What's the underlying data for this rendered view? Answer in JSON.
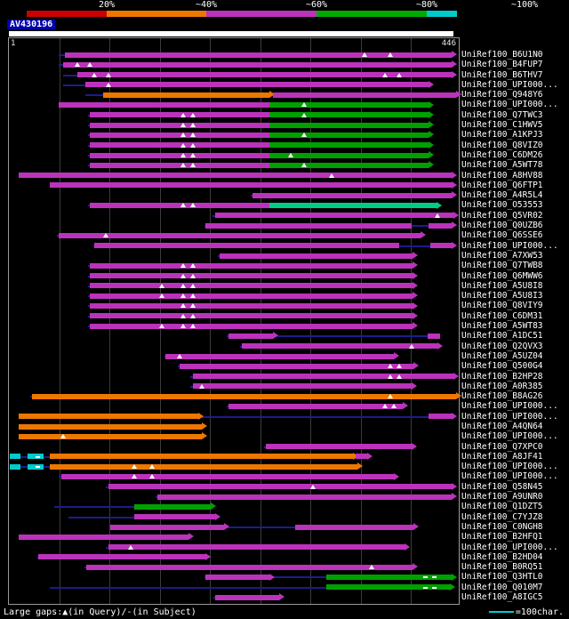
{
  "scale": {
    "ticks": [
      "20%",
      "~40%",
      "~60%",
      "~80%",
      "~100%"
    ],
    "colors": [
      "#cc0000",
      "#ee7700",
      "#bb33bb",
      "#00aa00",
      "#00cccc"
    ]
  },
  "query": {
    "name": "AV430196",
    "start_label": "1",
    "end_label": "446"
  },
  "legend": {
    "gaps_text": "Large gaps:▲(in Query)/-(in Subject)",
    "ruler_text": "=100char."
  },
  "colors": {
    "key": {
      "P": "#bb33bb",
      "O": "#ee7700",
      "G": "#00a000",
      "S": "#00cc88",
      "C": "#00cccc"
    },
    "hsp_line": "#1c1c8e",
    "query_bar": "#ffffff",
    "ruler": "#00cccc"
  },
  "chart_data": {
    "type": "alignment-overview",
    "title": "Similarity search graphical overview for query AV430196",
    "x_min": 1,
    "x_max": 446,
    "grid_step": 50,
    "legend_position": "top",
    "rows": [
      {
        "label": "UniRef100_B6U1N0",
        "line": [
          49,
          440
        ],
        "segs": [
          [
            55,
            440,
            "P",
            1
          ]
        ],
        "gaps": [
          353,
          379
        ]
      },
      {
        "label": "UniRef100_B4FUP7",
        "line": [
          49,
          440
        ],
        "segs": [
          [
            53,
            440,
            "P",
            1
          ]
        ],
        "gaps": [
          67,
          80
        ]
      },
      {
        "label": "UniRef100_B6THV7",
        "line": [
          53,
          440
        ],
        "segs": [
          [
            67,
            440,
            "P",
            1
          ]
        ],
        "gaps": [
          84,
          98,
          373,
          388
        ]
      },
      {
        "label": "UniRef100_UPI000...",
        "line": [
          53,
          420
        ],
        "segs": [
          [
            75,
            417,
            "P",
            1
          ]
        ],
        "gaps": [
          98
        ]
      },
      {
        "label": "UniRef100_Q948Y6",
        "line": [
          75,
          444
        ],
        "segs": [
          [
            93,
            258,
            "O",
            1
          ],
          [
            262,
            444,
            "P",
            1
          ]
        ]
      },
      {
        "label": "UniRef100_UPI000...",
        "line": [
          49,
          420
        ],
        "segs": [
          [
            49,
            258,
            "P",
            0
          ],
          [
            258,
            417,
            "G",
            1
          ]
        ],
        "gaps": [
          293
        ]
      },
      {
        "label": "UniRef100_Q7TWC3",
        "line": [
          78,
          420
        ],
        "segs": [
          [
            80,
            258,
            "P",
            0
          ],
          [
            258,
            417,
            "G",
            1
          ]
        ],
        "gaps": [
          173,
          182,
          293
        ]
      },
      {
        "label": "UniRef100_C1HWV5",
        "line": [
          78,
          420
        ],
        "segs": [
          [
            80,
            258,
            "P",
            0
          ],
          [
            258,
            417,
            "G",
            1
          ]
        ],
        "gaps": [
          173,
          182
        ]
      },
      {
        "label": "UniRef100_A1KPJ3",
        "line": [
          78,
          420
        ],
        "segs": [
          [
            80,
            258,
            "P",
            0
          ],
          [
            258,
            417,
            "G",
            1
          ]
        ],
        "gaps": [
          173,
          182,
          293
        ]
      },
      {
        "label": "UniRef100_Q8VIZ0",
        "line": [
          78,
          420
        ],
        "segs": [
          [
            80,
            258,
            "P",
            0
          ],
          [
            258,
            417,
            "G",
            1
          ]
        ],
        "gaps": [
          173,
          182
        ]
      },
      {
        "label": "UniRef100_C6DM26",
        "line": [
          78,
          420
        ],
        "segs": [
          [
            80,
            258,
            "P",
            0
          ],
          [
            258,
            417,
            "G",
            1
          ]
        ],
        "gaps": [
          173,
          182,
          280
        ]
      },
      {
        "label": "UniRef100_A5WT78",
        "line": [
          78,
          420
        ],
        "segs": [
          [
            80,
            258,
            "P",
            0
          ],
          [
            258,
            417,
            "G",
            1
          ]
        ],
        "gaps": [
          173,
          182,
          293
        ]
      },
      {
        "label": "UniRef100_A8HV88",
        "line": [
          9,
          440
        ],
        "segs": [
          [
            9,
            440,
            "P",
            1
          ]
        ],
        "gaps": [
          320
        ]
      },
      {
        "label": "UniRef100_Q6FTP1",
        "line": [
          40,
          440
        ],
        "segs": [
          [
            40,
            440,
            "P",
            1
          ]
        ]
      },
      {
        "label": "UniRef100_A4R5L4",
        "line": [
          240,
          440
        ],
        "segs": [
          [
            242,
            440,
            "P",
            1
          ]
        ]
      },
      {
        "label": "UniRef100_O53553",
        "line": [
          78,
          428
        ],
        "segs": [
          [
            80,
            258,
            "P",
            0
          ],
          [
            258,
            425,
            "S",
            1
          ]
        ],
        "gaps": [
          173,
          182
        ]
      },
      {
        "label": "UniRef100_Q5VR02",
        "line": [
          202,
          442
        ],
        "segs": [
          [
            204,
            442,
            "P",
            1
          ]
        ],
        "gaps": [
          426
        ]
      },
      {
        "label": "UniRef100_Q0UZB6",
        "line": [
          194,
          440
        ],
        "segs": [
          [
            195,
            400,
            "P",
            0
          ],
          [
            417,
            440,
            "P",
            1
          ]
        ]
      },
      {
        "label": "UniRef100_Q6SSE6",
        "line": [
          47,
          410
        ],
        "segs": [
          [
            49,
            409,
            "P",
            1
          ]
        ],
        "gaps": [
          96
        ]
      },
      {
        "label": "UniRef100_UPI000...",
        "line": [
          83,
          440
        ],
        "segs": [
          [
            84,
            388,
            "P",
            0
          ],
          [
            419,
            440,
            "P",
            1
          ]
        ]
      },
      {
        "label": "UniRef100_A7XW53",
        "line": [
          207,
          402
        ],
        "segs": [
          [
            209,
            401,
            "P",
            1
          ]
        ]
      },
      {
        "label": "UniRef100_Q7TWB8",
        "line": [
          78,
          402
        ],
        "segs": [
          [
            80,
            401,
            "P",
            1
          ]
        ],
        "gaps": [
          173,
          182
        ]
      },
      {
        "label": "UniRef100_Q6MWW6",
        "line": [
          78,
          402
        ],
        "segs": [
          [
            80,
            401,
            "P",
            1
          ]
        ],
        "gaps": [
          173,
          182
        ]
      },
      {
        "label": "UniRef100_A5U8I8",
        "line": [
          78,
          402
        ],
        "segs": [
          [
            80,
            401,
            "P",
            1
          ]
        ],
        "gaps": [
          151,
          173,
          182
        ]
      },
      {
        "label": "UniRef100_A5U8I3",
        "line": [
          78,
          402
        ],
        "segs": [
          [
            80,
            401,
            "P",
            1
          ]
        ],
        "gaps": [
          151,
          173,
          182
        ]
      },
      {
        "label": "UniRef100_Q8VIY9",
        "line": [
          78,
          402
        ],
        "segs": [
          [
            80,
            401,
            "P",
            1
          ]
        ],
        "gaps": [
          173,
          182
        ]
      },
      {
        "label": "UniRef100_C6DM31",
        "line": [
          78,
          402
        ],
        "segs": [
          [
            80,
            401,
            "P",
            1
          ]
        ],
        "gaps": [
          173,
          182
        ]
      },
      {
        "label": "UniRef100_A5WT83",
        "line": [
          78,
          402
        ],
        "segs": [
          [
            80,
            401,
            "P",
            1
          ]
        ],
        "gaps": [
          151,
          173,
          182
        ]
      },
      {
        "label": "UniRef100_A1DC51",
        "line": [
          216,
          428
        ],
        "segs": [
          [
            218,
            262,
            "P",
            1
          ],
          [
            416,
            428,
            "P",
            0
          ]
        ]
      },
      {
        "label": "UniRef100_Q2QVX3",
        "line": [
          229,
          428
        ],
        "segs": [
          [
            231,
            426,
            "P",
            1
          ]
        ],
        "gaps": [
          400
        ]
      },
      {
        "label": "UniRef100_A5UZ04",
        "line": [
          154,
          384
        ],
        "segs": [
          [
            155,
            382,
            "P",
            1
          ]
        ],
        "gaps": [
          169
        ]
      },
      {
        "label": "UniRef100_Q500G4",
        "line": [
          167,
          404
        ],
        "segs": [
          [
            169,
            402,
            "P",
            1
          ]
        ],
        "gaps": [
          379,
          388
        ]
      },
      {
        "label": "UniRef100_B2HP28",
        "line": [
          180,
          442
        ],
        "segs": [
          [
            182,
            442,
            "P",
            1
          ]
        ],
        "gaps": [
          379,
          388
        ]
      },
      {
        "label": "UniRef100_A0R385",
        "line": [
          180,
          401
        ],
        "segs": [
          [
            182,
            400,
            "P",
            1
          ]
        ],
        "gaps": [
          191
        ]
      },
      {
        "label": "UniRef100_B8AG26",
        "line": [
          20,
          445
        ],
        "segs": [
          [
            22,
            444,
            "O",
            1
          ]
        ],
        "gaps": [
          379
        ]
      },
      {
        "label": "UniRef100_UPI000...",
        "line": [
          216,
          393
        ],
        "segs": [
          [
            218,
            391,
            "P",
            1
          ]
        ],
        "gaps": [
          373,
          382
        ]
      },
      {
        "label": "UniRef100_UPI000...",
        "line": [
          9,
          440
        ],
        "segs": [
          [
            9,
            188,
            "O",
            1
          ],
          [
            417,
            440,
            "P",
            1
          ]
        ]
      },
      {
        "label": "UniRef100_A4QN64",
        "line": [
          9,
          192
        ],
        "segs": [
          [
            9,
            191,
            "O",
            1
          ]
        ]
      },
      {
        "label": "UniRef100_UPI000...",
        "line": [
          9,
          192
        ],
        "segs": [
          [
            9,
            191,
            "O",
            1
          ]
        ],
        "gaps": [
          53
        ]
      },
      {
        "label": "UniRef100_Q7XPC0",
        "line": [
          253,
          401
        ],
        "segs": [
          [
            255,
            400,
            "P",
            1
          ]
        ]
      },
      {
        "label": "UniRef100_A8JF41",
        "line": [
          0,
          356
        ],
        "segs": [
          [
            0,
            11,
            "C",
            0
          ],
          [
            18,
            34,
            "C",
            0
          ],
          [
            40,
            342,
            "O",
            1
          ],
          [
            344,
            356,
            "P",
            1
          ]
        ],
        "dashes": [
          27
        ]
      },
      {
        "label": "UniRef100_UPI000...",
        "line": [
          0,
          347
        ],
        "segs": [
          [
            0,
            11,
            "C",
            0
          ],
          [
            18,
            34,
            "C",
            0
          ],
          [
            40,
            346,
            "O",
            1
          ]
        ],
        "gaps": [
          124,
          142
        ],
        "dashes": [
          27
        ]
      },
      {
        "label": "UniRef100_UPI000...",
        "line": [
          49,
          385
        ],
        "segs": [
          [
            51,
            382,
            "P",
            1
          ]
        ],
        "gaps": [
          124,
          142
        ]
      },
      {
        "label": "UniRef100_Q58N45",
        "line": [
          96,
          440
        ],
        "segs": [
          [
            98,
            440,
            "P",
            1
          ]
        ],
        "gaps": [
          302
        ]
      },
      {
        "label": "UniRef100_A9UNR0",
        "line": [
          145,
          440
        ],
        "segs": [
          [
            147,
            440,
            "P",
            1
          ]
        ]
      },
      {
        "label": "UniRef100_Q1DZT5",
        "line": [
          44,
          202
        ],
        "segs": [
          [
            124,
            200,
            "G",
            1
          ]
        ]
      },
      {
        "label": "UniRef100_C7YJZ8",
        "line": [
          58,
          206
        ],
        "segs": [
          [
            124,
            204,
            "P",
            1
          ]
        ]
      },
      {
        "label": "UniRef100_C0NGH8",
        "line": [
          100,
          404
        ],
        "segs": [
          [
            100,
            213,
            "P",
            1
          ],
          [
            284,
            402,
            "P",
            1
          ]
        ]
      },
      {
        "label": "UniRef100_B2HFQ1",
        "line": [
          9,
          179
        ],
        "segs": [
          [
            9,
            178,
            "P",
            1
          ]
        ]
      },
      {
        "label": "UniRef100_UPI000...",
        "line": [
          96,
          395
        ],
        "segs": [
          [
            98,
            393,
            "P",
            1
          ]
        ],
        "gaps": [
          120
        ]
      },
      {
        "label": "UniRef100_B2HD04",
        "line": [
          27,
          196
        ],
        "segs": [
          [
            28,
            195,
            "P",
            1
          ]
        ]
      },
      {
        "label": "UniRef100_B0RQ51",
        "line": [
          74,
          402
        ],
        "segs": [
          [
            76,
            401,
            "P",
            1
          ]
        ],
        "gaps": [
          360
        ]
      },
      {
        "label": "UniRef100_Q3HTL0",
        "line": [
          194,
          440
        ],
        "segs": [
          [
            195,
            258,
            "P",
            1
          ],
          [
            315,
            440,
            "G",
            1
          ]
        ],
        "dashes": [
          413,
          422
        ]
      },
      {
        "label": "UniRef100_Q010M7",
        "line": [
          40,
          440
        ],
        "segs": [
          [
            315,
            438,
            "G",
            1
          ]
        ],
        "dashes": [
          413,
          422
        ]
      },
      {
        "label": "UniRef100_A8IGC5",
        "line": [
          203,
          269
        ],
        "segs": [
          [
            204,
            268,
            "P",
            1
          ]
        ]
      }
    ]
  }
}
